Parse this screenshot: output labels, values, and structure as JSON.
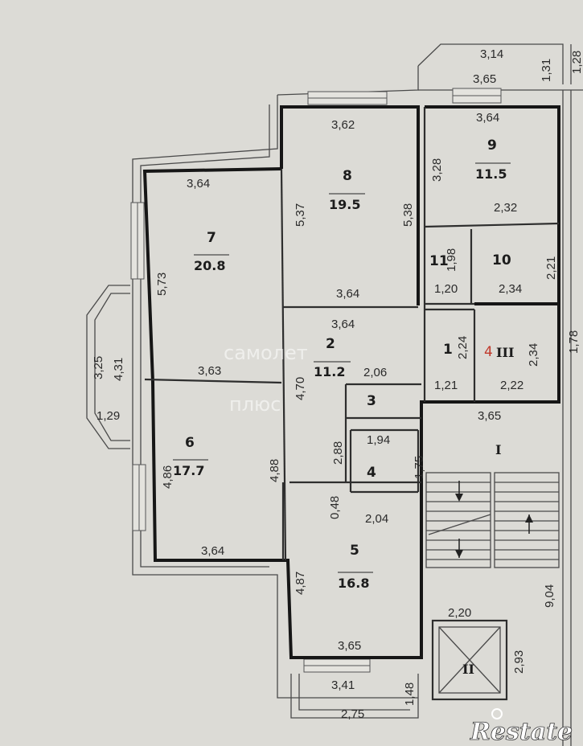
{
  "rooms": [
    {
      "num": "1",
      "area": ""
    },
    {
      "num": "2",
      "area": "11.2"
    },
    {
      "num": "3",
      "area": ""
    },
    {
      "num": "4",
      "area": ""
    },
    {
      "num": "5",
      "area": "16.8"
    },
    {
      "num": "6",
      "area": "17.7"
    },
    {
      "num": "7",
      "area": "20.8"
    },
    {
      "num": "8",
      "area": "19.5"
    },
    {
      "num": "9",
      "area": "11.5"
    },
    {
      "num": "10",
      "area": ""
    },
    {
      "num": "11",
      "area": ""
    }
  ],
  "roman": [
    "I",
    "II",
    "III"
  ],
  "red_label": "4",
  "dims": {
    "b_top_1": "3,14",
    "b_top_2": "1,31",
    "b_top_3": "1,28",
    "b_top_4": "3,65",
    "r9_top": "3,64",
    "r9_left": "3,28",
    "r9_bottom": "2,32",
    "r8_top": "3,62",
    "r8_left": "5,37",
    "r8_right": "5,38",
    "r8_bottom": "3,64",
    "r7_top": "3,64",
    "r7_left": "5,73",
    "r7_bottom": "3,63",
    "b_left_1": "3,25",
    "b_left_2": "4,31",
    "b_left_3": "1,29",
    "r11_top": "1,98",
    "r11_bottom": "1,20",
    "r10_right": "2,21",
    "r10_bottom": "2,34",
    "r2_top": "3,64",
    "r2_left": "4,70",
    "r2_mid": "2,06",
    "r1_right": "2,24",
    "r1_bottom": "1,21",
    "r3_side": "1,78",
    "r3b": "2,34",
    "r3c": "2,22",
    "r3_left": "2,88",
    "r4_top": "1,94",
    "r4_right": "1,75",
    "r6_left": "4,86",
    "r6_right": "4,88",
    "r6_bottom": "3,64",
    "r5_top_a": "0,48",
    "r5_top_b": "2,04",
    "r5_left": "4,87",
    "r5_bottom": "3,65",
    "stair_top": "3,65",
    "stair_right": "9,04",
    "lift_top": "2,20",
    "lift_right": "2,93",
    "b_bot_1": "3,41",
    "b_bot_2": "1,48",
    "b_bot_3": "2,75"
  },
  "watermark": {
    "line1": "самолет",
    "line2": "плюс"
  },
  "logo": "Restate"
}
